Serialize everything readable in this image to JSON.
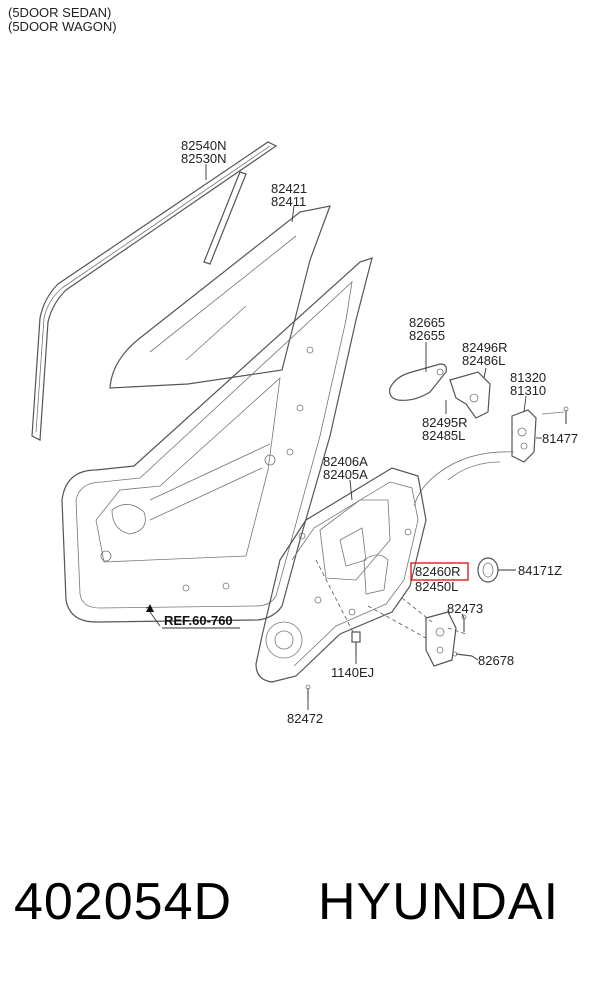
{
  "notes": [
    "(5DOOR SEDAN)",
    "(5DOOR WAGON)"
  ],
  "labels": {
    "l82540n": "82540N",
    "l82530n": "82530N",
    "l82421": "82421",
    "l82411": "82411",
    "l82665": "82665",
    "l82655": "82655",
    "l82496r": "82496R",
    "l82486l": "82486L",
    "l81320": "81320",
    "l81310": "81310",
    "l82495r": "82495R",
    "l82485l": "82485L",
    "l81477": "81477",
    "l82406a": "82406A",
    "l82405a": "82405A",
    "l82460r": "82460R",
    "l82450l": "82450L",
    "l84171z": "84171Z",
    "l82473": "82473",
    "l82678": "82678",
    "l1140ej": "1140EJ",
    "l82472": "82472",
    "ref": "REF.60-760"
  },
  "highlight_color": "#e02020",
  "part_number": "402054D",
  "brand": "HYUNDAI"
}
